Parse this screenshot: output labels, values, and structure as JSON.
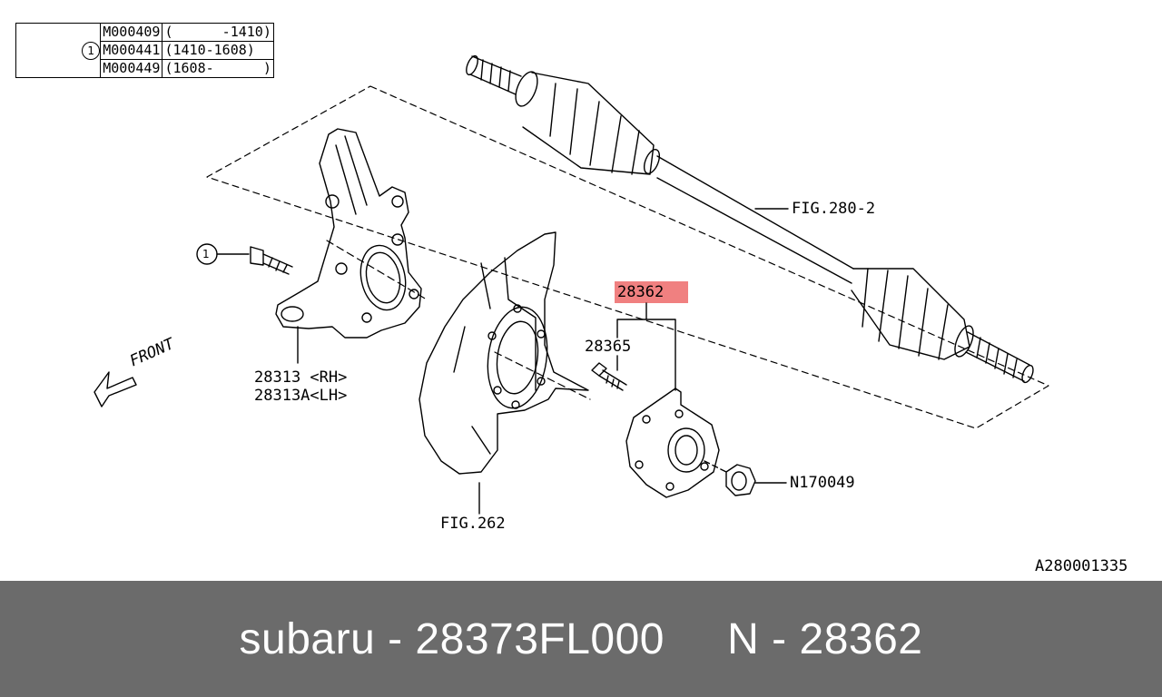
{
  "ref_table": {
    "marker": "1",
    "rows": [
      {
        "code": "M000409",
        "range": "(      -1410)"
      },
      {
        "code": "M000441",
        "range": "(1410-1608)"
      },
      {
        "code": "M000449",
        "range": "(1608-      )"
      }
    ]
  },
  "callouts": {
    "bolt_marker": "1",
    "knuckle_rh": "28313 <RH>",
    "knuckle_lh": "28313A<LH>",
    "front": "FRONT",
    "axle_fig": "FIG.280-2",
    "shield_fig": "FIG.262",
    "hub_assy": "28362",
    "hub_bolt": "28365",
    "nut": "N170049",
    "drawing_id": "A280001335"
  },
  "colors": {
    "highlight": "#f08080",
    "footer_bg": "#6b6b6b",
    "footer_text": "#ffffff"
  },
  "footer": {
    "text": "subaru - 28373FL000     N - 28362"
  }
}
